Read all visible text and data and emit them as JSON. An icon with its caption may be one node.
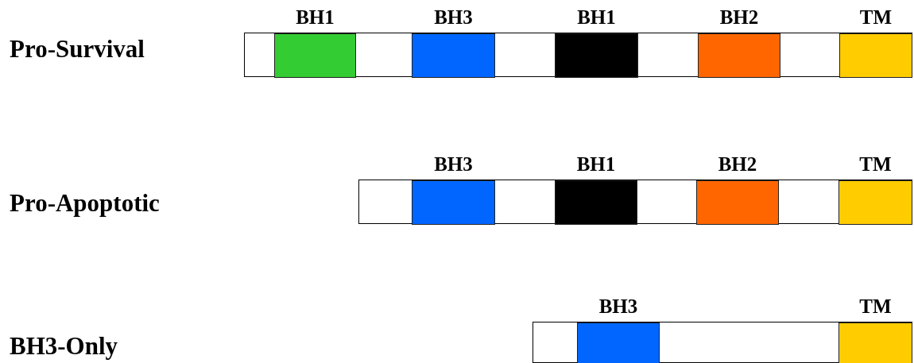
{
  "diagram": {
    "nodes": [
      {
        "text": [],
        "shape": "bar"
      },
      {
        "text": [
          "BH1"
        ],
        "in": 0
      },
      {
        "text": [
          "BH3"
        ],
        "in": 0
      },
      {
        "text": [
          "BH1"
        ],
        "in": 0
      },
      {
        "text": [
          "BH2"
        ],
        "in": 0
      },
      {
        "text": [
          "TM"
        ],
        "in": 0
      },
      {
        "text": [],
        "shape": "bar"
      },
      {
        "text": [
          "BH3"
        ],
        "in": 6
      },
      {
        "text": [
          "BH1"
        ],
        "in": 6
      },
      {
        "text": [
          "BH2"
        ],
        "in": 6
      },
      {
        "text": [
          "TM"
        ],
        "in": 6
      },
      {
        "text": [],
        "shape": "bar"
      },
      {
        "text": [
          "BH3"
        ],
        "in": 11
      },
      {
        "text": [
          "TM"
        ],
        "in": 11
      }
    ],
    "labels": [
      "Pro-Survival",
      "Pro-Apoptotic",
      "BH3-Only"
    ]
  }
}
